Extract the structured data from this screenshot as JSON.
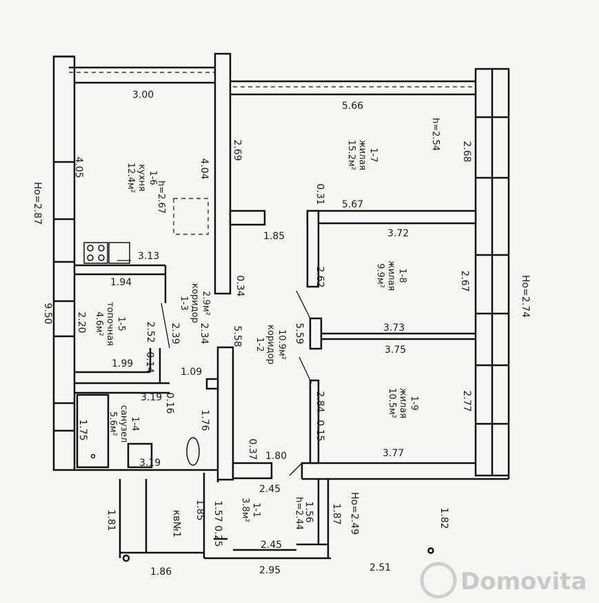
{
  "rooms": {
    "kitchen": {
      "code": "1-6",
      "name": "кухня",
      "area": "12.4м²",
      "height": "h=2.67"
    },
    "living_1_7": {
      "code": "1-7",
      "name": "жилая",
      "area": "15.2м²",
      "height": "h=2.54"
    },
    "living_1_8": {
      "code": "1-8",
      "name": "жилая",
      "area": "9.9м²"
    },
    "living_1_9": {
      "code": "1-9",
      "name": "жилая",
      "area": "10.5м²"
    },
    "corridor_1_3": {
      "code": "1-3",
      "name": "коридор",
      "area": "2.9м²"
    },
    "corridor_1_2": {
      "code": "1-2",
      "name": "коридор",
      "area": "10.9м²"
    },
    "furnace_1_5": {
      "code": "1-5",
      "name": "топочная",
      "area": "4.6м²"
    },
    "bathroom_1_4": {
      "code": "1-4",
      "name": "санузел",
      "area": "5.6м²"
    },
    "entry_1_1": {
      "code": "1-1",
      "area": "3.8м²",
      "height": "h=2.44"
    }
  },
  "outer": {
    "ho_left": "Ho=2.87",
    "ho_right": "Ho=2.74",
    "ho_entry": "Ho=2.49",
    "total_left": "9.50",
    "apartment": "кв№1"
  },
  "dims": {
    "d300": "3.00",
    "d566": "5.66",
    "d269": "2.69",
    "d404": "4.04",
    "d405": "4.05",
    "d268": "2.68",
    "d031": "0.31",
    "d567": "5.67",
    "d185a": "1.85",
    "d372": "3.72",
    "d313": "3.13",
    "d194": "1.94",
    "d034": "0.34",
    "d262": "2.62",
    "d267": "2.67",
    "d220": "2.20",
    "d252": "2.52",
    "d239": "2.39",
    "d234": "2.34",
    "d558": "5.58",
    "d559": "5.59",
    "d373": "3.73",
    "d375": "3.75",
    "d199": "1.99",
    "d014": "0.14",
    "d109": "1.09",
    "d319a": "3.19",
    "d016": "0.16",
    "d176": "1.76",
    "d284": "2.84",
    "d015": "0.15",
    "d277": "2.77",
    "d175": "1.75",
    "d319b": "3.19",
    "d037": "0.37",
    "d180": "1.80",
    "d377": "3.77",
    "d245a": "2.45",
    "d181": "1.81",
    "d185b": "1.85",
    "d157": "1.57",
    "d025": "0.25",
    "d156": "1.56",
    "d187": "1.87",
    "d182": "1.82",
    "d245b": "2.45",
    "d186": "1.86",
    "d295": "2.95",
    "d251": "2.51"
  },
  "watermark": "Domovita"
}
